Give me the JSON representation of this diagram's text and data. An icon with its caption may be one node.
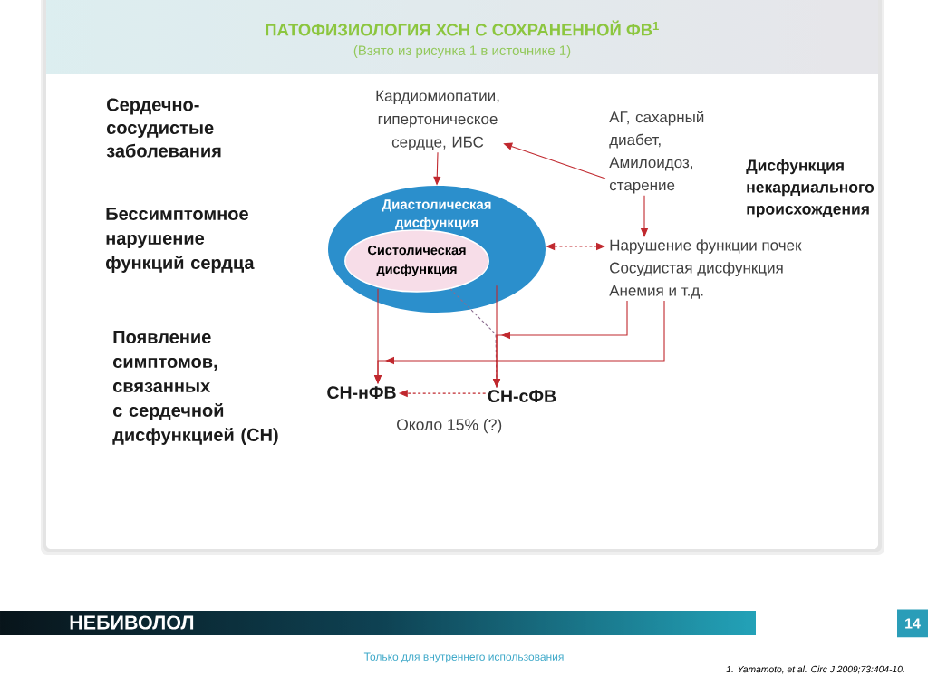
{
  "diagram": {
    "title": "ПАТОФИЗИОЛОГИЯ ХСН С СОХРАНЕННОЙ ФВ$^{1}$",
    "nodes": [
      {
        "text": [
          "Кардиомиопатии, гипертоническое сердце, ИБС"
        ]
      },
      {
        "text": [
          "АГ, сахарный диабет, Амилоидоз, старение"
        ]
      },
      {
        "text": [
          "Диастолическая дисфункция"
        ]
      },
      {
        "text": [
          "Систолическая дисфункция"
        ],
        "in": 2
      },
      {
        "text": [
          "Нарушение функции почек",
          "Сосудистая дисфункция",
          "Анемия и т.д."
        ]
      },
      {
        "text": [
          "СН-нФВ"
        ]
      },
      {
        "text": [
          "СН-сФВ"
        ]
      }
    ],
    "edges": [
      {
        "from": 0,
        "to": 2,
        "arrow": "to"
      },
      {
        "from": 1,
        "to": 0,
        "arrow": "to"
      },
      {
        "from": 1,
        "to": 4,
        "arrow": "to"
      },
      {
        "from": 2,
        "to": 4,
        "arrow": "both",
        "style": "dashed"
      },
      {
        "from": 3,
        "to": 5,
        "arrow": "to"
      },
      {
        "from": 2,
        "to": 6,
        "arrow": "to"
      },
      {
        "from": 3,
        "to": 6,
        "arrow": "none",
        "style": "dashed",
        "color": "#8b6d8f"
      },
      {
        "from": 4,
        "to": 6,
        "arrow": "to"
      },
      {
        "from": 4,
        "to": 5,
        "arrow": "to"
      },
      {
        "from": 6,
        "to": 5,
        "arrow": "to",
        "style": "dashed",
        "label": "Около 15% (?)"
      }
    ],
    "labels": [
      "(Взято из рисунка 1 в источнике 1)",
      "Сердечно- сосудистые заболевания",
      "Дисфункция некардиального происхождения",
      "Бессимптомное нарушение функций сердца",
      "Появление симптомов, связанных с сердечной дисфункцией (СН)",
      "НЕБИВОЛОЛ",
      "14",
      "Только для внутреннего использования",
      "1. Yamamoto, et al. Circ J 2009;73:404-10."
    ]
  }
}
